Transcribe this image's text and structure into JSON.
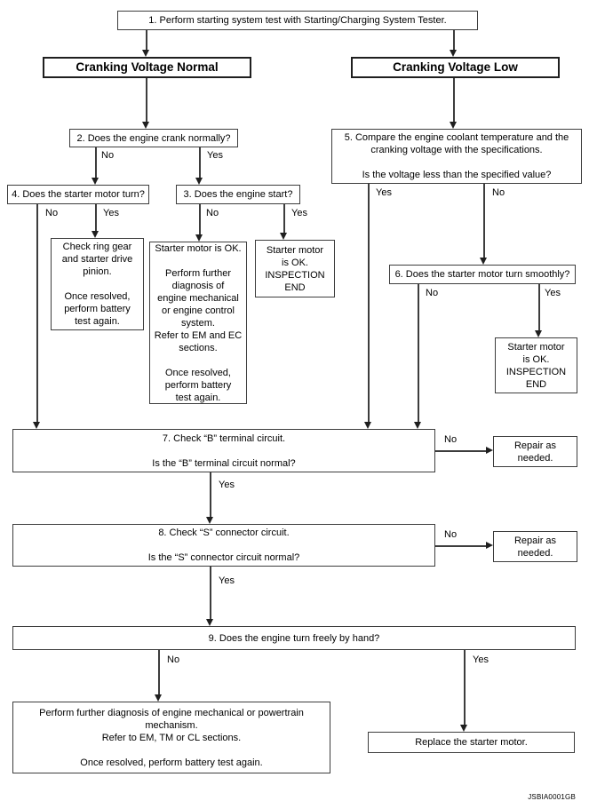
{
  "colors": {
    "background": "#ffffff",
    "box_border": "#3d3d3d",
    "header_border": "#1f1f1f",
    "line": "#3d3d3d",
    "text": "#000000"
  },
  "nodes": {
    "step1": "1. Perform starting system test with Starting/Charging System Tester.",
    "header_normal": "Cranking Voltage Normal",
    "header_low": "Cranking Voltage Low",
    "step2": "2. Does the engine crank normally?",
    "step4": "4. Does the starter motor turn?",
    "step3": "3. Does the engine start?",
    "check_ring_gear": "Check ring gear\nand starter drive\npinion.\n\nOnce resolved,\nperform battery\ntest again.",
    "starter_ok_diagnosis": "Starter motor is OK.\n\nPerform further\ndiagnosis of\nengine mechanical\nor engine control\nsystem.\nRefer to EM and EC\nsections.\n\nOnce resolved,\nperform battery\ntest again.",
    "inspection_end_1": "Starter motor\nis OK.\nINSPECTION\nEND",
    "step5": "5. Compare the engine coolant temperature and the\ncranking voltage with the specifications.\n\nIs the voltage less than the specified value?",
    "step6": "6. Does the starter motor turn smoothly?",
    "inspection_end_2": "Starter motor\nis OK.\nINSPECTION\nEND",
    "step7": "7. Check “B” terminal circuit.\n\nIs the “B” terminal circuit normal?",
    "repair_1": "Repair as\nneeded.",
    "step8": "8. Check “S” connector circuit.\n\nIs the “S” connector circuit normal?",
    "repair_2": "Repair as\nneeded.",
    "step9": "9. Does the engine turn freely by hand?",
    "diagnosis_powertrain": "Perform further diagnosis of engine mechanical or powertrain\nmechanism.\nRefer to EM, TM or CL sections.\n\nOnce resolved, perform battery test again.",
    "replace_starter": "Replace the starter motor."
  },
  "edge_labels": {
    "step2_no": "No",
    "step2_yes": "Yes",
    "step4_no": "No",
    "step4_yes": "Yes",
    "step3_no": "No",
    "step3_yes": "Yes",
    "step5_yes": "Yes",
    "step5_no": "No",
    "step6_no": "No",
    "step6_yes": "Yes",
    "step7_no": "No",
    "step7_yes": "Yes",
    "step8_no": "No",
    "step8_yes": "Yes",
    "step9_no": "No",
    "step9_yes": "Yes"
  },
  "footer": {
    "code": "JSBIA0001GB"
  }
}
